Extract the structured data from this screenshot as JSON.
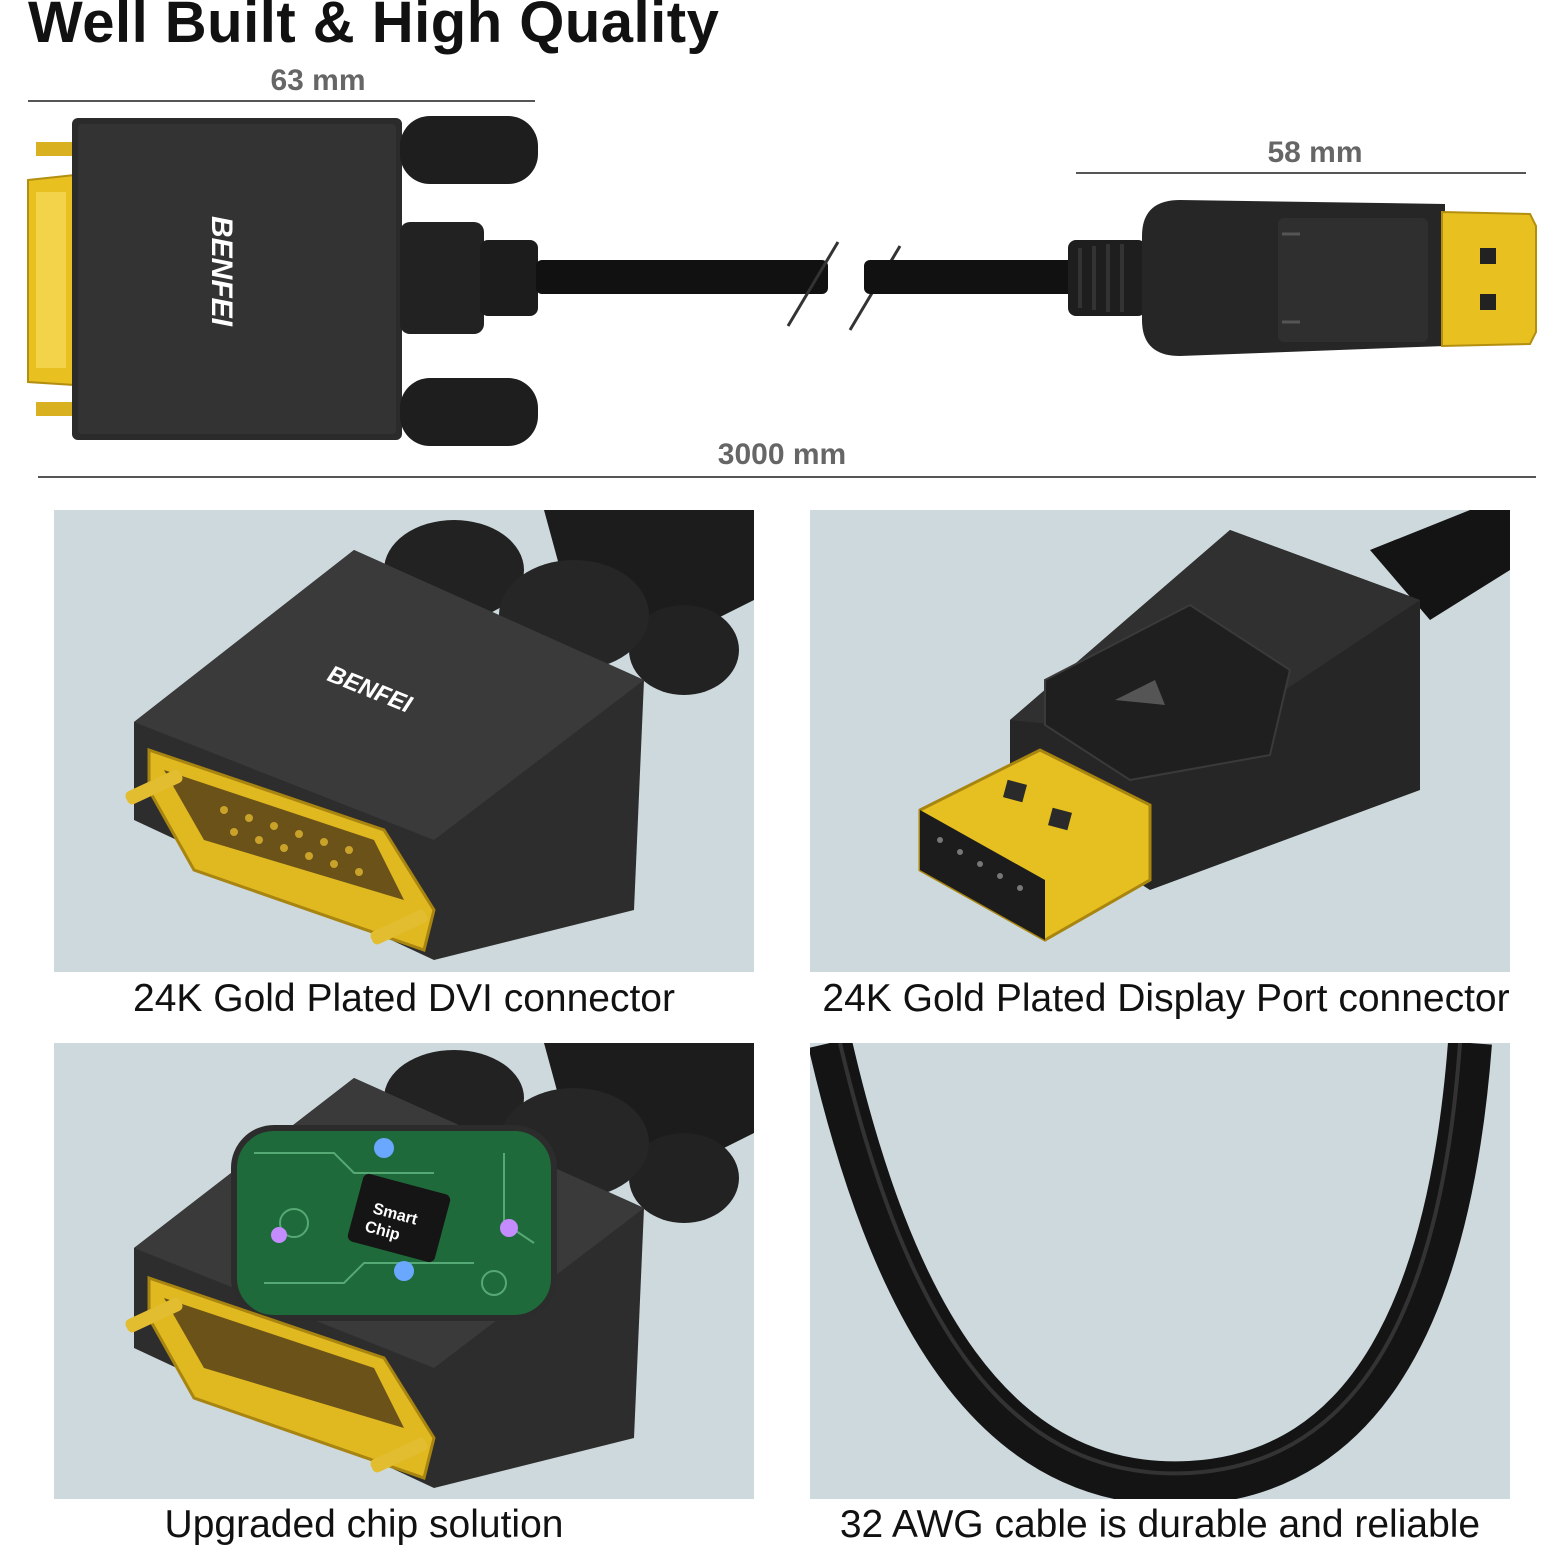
{
  "headline": "Well Built & High Quality",
  "dimensions": {
    "dvi_width": "63 mm",
    "dp_width": "58 mm",
    "cable_length": "3000 mm"
  },
  "brand": "BENFEI",
  "chip_label_line1": "Smart",
  "chip_label_line2": "Chip",
  "panels": [
    {
      "caption": "24K Gold Plated DVI connector"
    },
    {
      "caption": "24K Gold Plated Display Port connector"
    },
    {
      "caption": "Upgraded chip solution"
    },
    {
      "caption": "32 AWG cable is durable and reliable"
    }
  ],
  "colors": {
    "gold": "#e8c020",
    "housing": "#2a2a2a",
    "panel_bg": "#cdd9dc"
  }
}
